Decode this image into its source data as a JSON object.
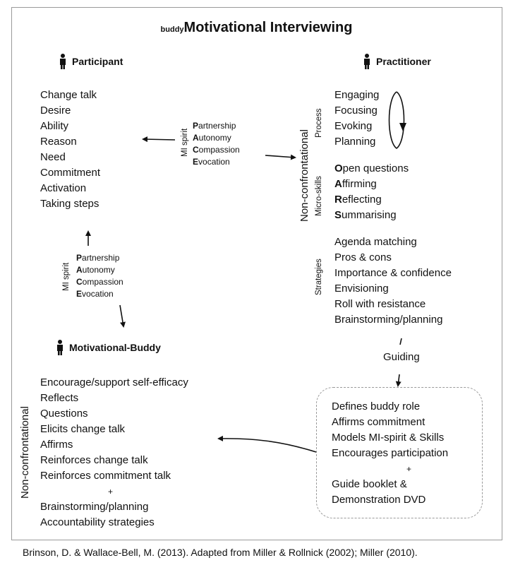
{
  "title": {
    "prefix": "buddy",
    "text": "Motivational Interviewing"
  },
  "participant": {
    "heading": "Participant",
    "items": [
      "Change talk",
      "Desire",
      "Ability",
      "Reason",
      "Need",
      "Commitment",
      "Activation",
      "Taking steps"
    ]
  },
  "practitioner": {
    "heading": "Practitioner",
    "non_confrontational": "Non-confrontational",
    "process": {
      "label": "Process",
      "items": [
        "Engaging",
        "Focusing",
        "Evoking",
        "Planning"
      ]
    },
    "micro_skills": {
      "label": "Micro-skills",
      "items": [
        {
          "initial": "O",
          "rest": "pen questions"
        },
        {
          "initial": "A",
          "rest": "ffirming"
        },
        {
          "initial": "R",
          "rest": "eflecting"
        },
        {
          "initial": "S",
          "rest": "ummarising"
        }
      ]
    },
    "strategies": {
      "label": "Strategies",
      "items": [
        "Agenda matching",
        "Pros & cons",
        "Importance & confidence",
        "Envisioning",
        "Roll with resistance",
        "Brainstorming/planning"
      ]
    },
    "guiding": "Guiding"
  },
  "mi_spirit_top": {
    "label": "MI spirit",
    "items": [
      {
        "initial": "P",
        "rest": "artnership"
      },
      {
        "initial": "A",
        "rest": "utonomy"
      },
      {
        "initial": "C",
        "rest": "ompassion"
      },
      {
        "initial": "E",
        "rest": "vocation"
      }
    ]
  },
  "mi_spirit_left": {
    "label": "MI spirit",
    "items": [
      {
        "initial": "P",
        "rest": "artnership"
      },
      {
        "initial": "A",
        "rest": "utonomy"
      },
      {
        "initial": "C",
        "rest": "ompassion"
      },
      {
        "initial": "E",
        "rest": "vocation"
      }
    ]
  },
  "buddy": {
    "heading": "Motivational-Buddy",
    "non_confrontational": "Non-confrontational",
    "items": [
      "Encourage/support self-efficacy",
      "Reflects",
      "Questions",
      "Elicits change talk",
      "Affirms",
      "Reinforces change talk",
      "Reinforces commitment talk"
    ],
    "plus": "+",
    "extra": [
      "Brainstorming/planning",
      "Accountability strategies"
    ]
  },
  "buddy_box": {
    "items": [
      "Defines buddy role",
      "Affirms commitment",
      "Models MI-spirit & Skills",
      "Encourages participation"
    ],
    "plus": "+",
    "extra": [
      "Guide booklet &",
      "Demonstration DVD"
    ]
  },
  "citation": "Brinson, D. & Wallace-Bell, M. (2013). Adapted from Miller & Rollnick (2002); Miller (2010)."
}
